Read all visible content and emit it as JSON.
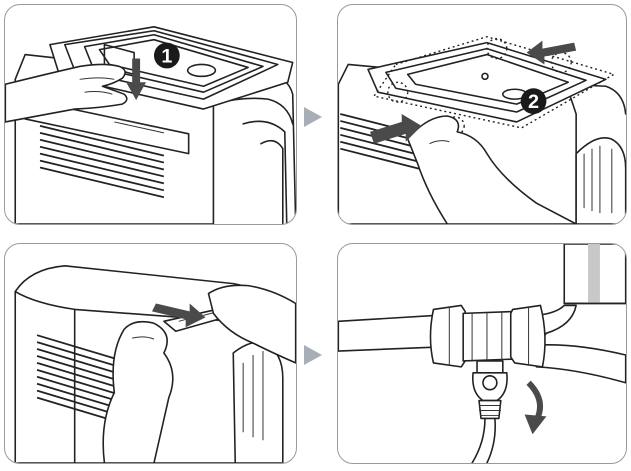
{
  "steps": [
    {
      "id": "step-1",
      "badge": "1"
    },
    {
      "id": "step-2",
      "badge": "2"
    },
    {
      "id": "step-3",
      "badge": ""
    },
    {
      "id": "step-4",
      "badge": ""
    }
  ],
  "colors": {
    "border": "#9a9a9a",
    "badge": "#1a1a1a",
    "arrow_fill": "#4a4a4a",
    "next_arrow": "#a8aeb5",
    "ink": "#222222"
  },
  "icons": [
    "next-step-arrow",
    "push-down-arrow",
    "slide-arrow",
    "rotate-arrow"
  ]
}
